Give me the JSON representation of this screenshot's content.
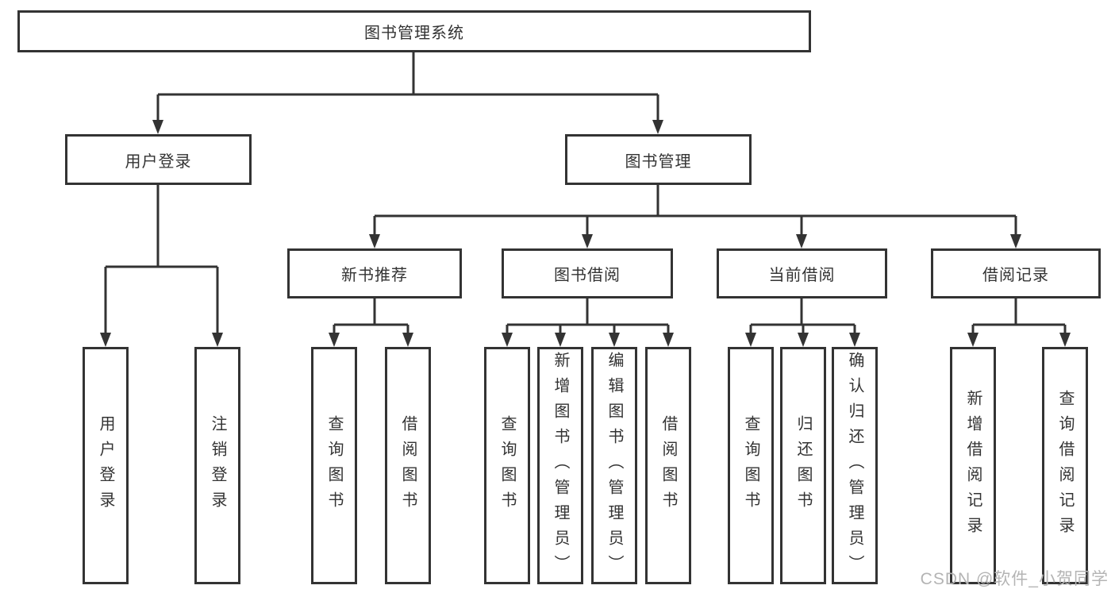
{
  "tree": {
    "label": "图书管理系统",
    "children": [
      {
        "label": "用户登录",
        "children": [
          {
            "label": "用户登录"
          },
          {
            "label": "注销登录"
          }
        ]
      },
      {
        "label": "图书管理",
        "children": [
          {
            "label": "新书推荐",
            "children": [
              {
                "label": "查询图书"
              },
              {
                "label": "借阅图书"
              }
            ]
          },
          {
            "label": "图书借阅",
            "children": [
              {
                "label": "查询图书"
              },
              {
                "label": "新增图书（管理员）"
              },
              {
                "label": "编辑图书（管理员）"
              },
              {
                "label": "借阅图书"
              }
            ]
          },
          {
            "label": "当前借阅",
            "children": [
              {
                "label": "查询图书"
              },
              {
                "label": "归还图书"
              },
              {
                "label": "确认归还（管理员）"
              }
            ]
          },
          {
            "label": "借阅记录",
            "children": [
              {
                "label": "新增借阅记录"
              },
              {
                "label": "查询借阅记录"
              }
            ]
          }
        ]
      }
    ]
  },
  "watermark": {
    "text": "CSDN @软件_小贺同学"
  },
  "colors": {
    "line": "#333333",
    "box_border": "#333333",
    "text": "#333333",
    "watermark": "#b4b4b4",
    "background": "#ffffff"
  }
}
